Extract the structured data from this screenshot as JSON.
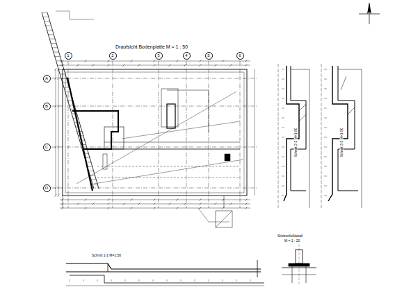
{
  "diagram": {
    "title": "Draufsicht Bodenplatte M = 1 : 50",
    "nodes": [
      {
        "text": [
          "1"
        ]
      },
      {
        "text": [
          "2"
        ]
      },
      {
        "text": [
          "3"
        ]
      },
      {
        "text": [
          "4"
        ]
      },
      {
        "text": [
          "5"
        ]
      },
      {
        "text": [
          "6"
        ]
      },
      {
        "text": [
          "A"
        ]
      },
      {
        "text": [
          "B"
        ]
      },
      {
        "text": [
          "C"
        ]
      },
      {
        "text": [
          "D"
        ]
      }
    ],
    "labels": [
      "Schnitt 2-2 M=1:50",
      "Schnitt 3-3 M=1:50",
      "Schnitt 1-1 M=1:50",
      "Stützenfußdetail",
      "M = 1 : 20"
    ]
  }
}
